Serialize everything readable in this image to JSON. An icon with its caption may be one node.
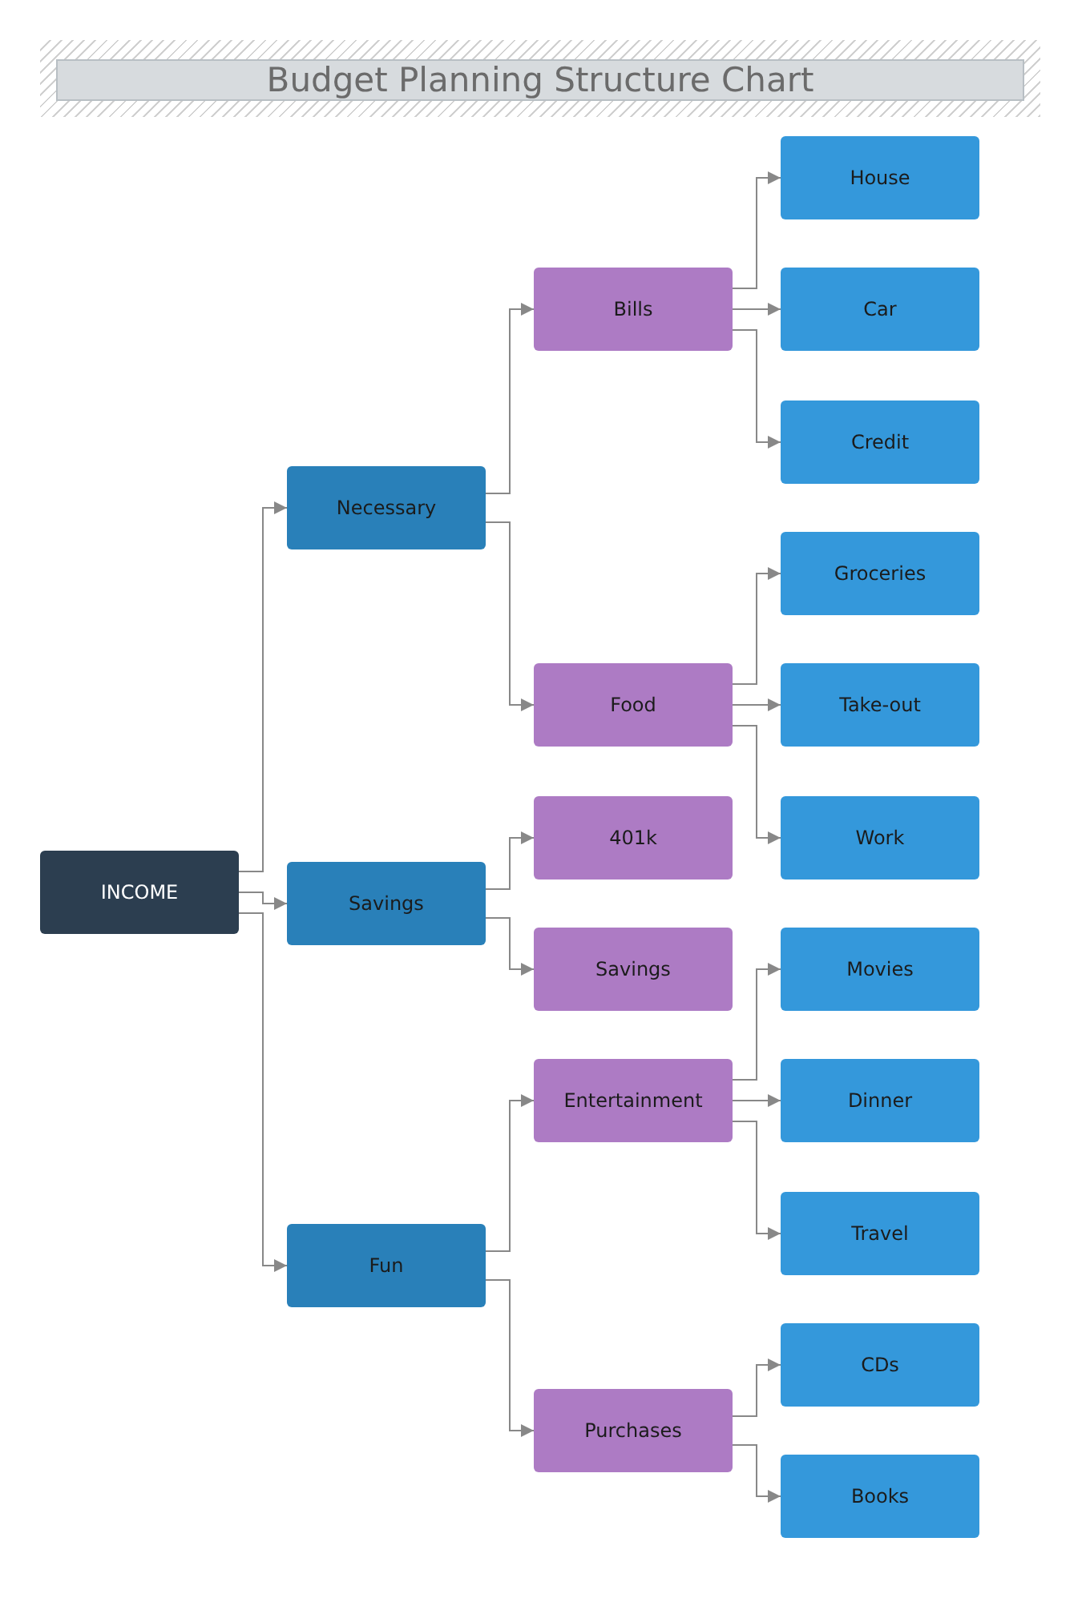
{
  "diagram": {
    "title": "Budget Planning Structure Chart",
    "nodes": [
      {
        "text": [
          "INCOME"
        ]
      },
      {
        "text": [
          "Necessary"
        ]
      },
      {
        "text": [
          "Bills"
        ]
      },
      {
        "text": [
          "House"
        ]
      },
      {
        "text": [
          "Car"
        ]
      },
      {
        "text": [
          "Credit"
        ]
      },
      {
        "text": [
          "Food"
        ]
      },
      {
        "text": [
          "Groceries"
        ]
      },
      {
        "text": [
          "Take-out"
        ]
      },
      {
        "text": [
          "Work"
        ]
      },
      {
        "text": [
          "Savings"
        ]
      },
      {
        "text": [
          "401k"
        ]
      },
      {
        "text": [
          "Savings"
        ]
      },
      {
        "text": [
          "Fun"
        ]
      },
      {
        "text": [
          "Entertainment"
        ]
      },
      {
        "text": [
          "Movies"
        ]
      },
      {
        "text": [
          "Dinner"
        ]
      },
      {
        "text": [
          "Travel"
        ]
      },
      {
        "text": [
          "Purchases"
        ]
      },
      {
        "text": [
          "CDs"
        ]
      },
      {
        "text": [
          "Books"
        ]
      }
    ],
    "edges": [
      {
        "from": 0,
        "to": 1,
        "arrow": "to"
      },
      {
        "from": 0,
        "to": 10,
        "arrow": "to"
      },
      {
        "from": 0,
        "to": 13,
        "arrow": "to"
      },
      {
        "from": 1,
        "to": 2,
        "arrow": "to"
      },
      {
        "from": 1,
        "to": 6,
        "arrow": "to"
      },
      {
        "from": 2,
        "to": 3,
        "arrow": "to"
      },
      {
        "from": 2,
        "to": 4,
        "arrow": "to"
      },
      {
        "from": 2,
        "to": 5,
        "arrow": "to"
      },
      {
        "from": 6,
        "to": 7,
        "arrow": "to"
      },
      {
        "from": 6,
        "to": 8,
        "arrow": "to"
      },
      {
        "from": 6,
        "to": 9,
        "arrow": "to"
      },
      {
        "from": 10,
        "to": 11,
        "arrow": "to"
      },
      {
        "from": 10,
        "to": 12,
        "arrow": "to"
      },
      {
        "from": 13,
        "to": 14,
        "arrow": "to"
      },
      {
        "from": 13,
        "to": 18,
        "arrow": "to"
      },
      {
        "from": 14,
        "to": 15,
        "arrow": "to"
      },
      {
        "from": 14,
        "to": 16,
        "arrow": "to"
      },
      {
        "from": 14,
        "to": 17,
        "arrow": "to"
      },
      {
        "from": 18,
        "to": 19,
        "arrow": "to"
      },
      {
        "from": 18,
        "to": 20,
        "arrow": "to"
      }
    ]
  }
}
